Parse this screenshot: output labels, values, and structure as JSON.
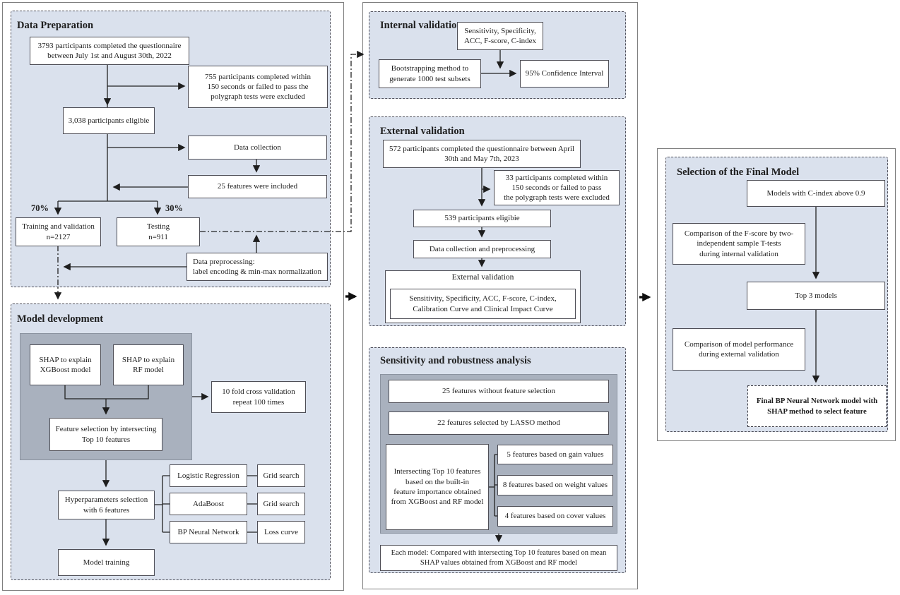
{
  "colors": {
    "panel_fill": "#dae1ed",
    "panel_border": "#50505a",
    "dark_panel_fill": "#a9b1be",
    "box_border": "#4e4e56",
    "arrow": "#222222"
  },
  "left": {
    "data_preparation": {
      "title": "Data Preparation",
      "participants": "3793 participants completed the questionnaire between July 1st and August 30th, 2022",
      "excluded": "755 participants completed within\n150 seconds or failed to pass the\npolygraph tests were excluded",
      "eligible": "3,038 participants eligibie",
      "data_collection": "Data collection",
      "features_included": "25 features were included",
      "split_70": "70%",
      "split_30": "30%",
      "training": "Training and validation\nn=2127",
      "testing": "Testing\nn=911",
      "preprocessing": "Data preprocessing:\nlabel encoding & min-max normalization"
    },
    "model_development": {
      "title": "Model development",
      "shap_xgboost": "SHAP  to explain\nXGBoost model",
      "shap_rf": "SHAP  to explain\nRF model",
      "feature_selection": "Feature selection by intersecting\nTop 10 features",
      "cross_validation": "10 fold cross validation\nrepeat 100 times",
      "hyperparameters": "Hyperparameters selection\nwith 6 features",
      "logistic_regression": "Logistic Regression",
      "grid_search_1": "Grid search",
      "adaboost": "AdaBoost",
      "grid_search_2": "Grid search",
      "bp_neural_network": "BP Neural Network",
      "loss_curve": "Loss curve",
      "model_training": "Model training"
    }
  },
  "middle": {
    "internal_validation": {
      "title": "Internal validation",
      "metrics": "Sensitivity, Specificity,\nACC, F-score, C-index",
      "bootstrapping": "Bootstrapping method to\ngenerate 1000 test subsets",
      "confidence_interval": "95% Confidence Interval"
    },
    "external_validation": {
      "title": "External validation",
      "participants": "572 participants completed the questionnaire between April 30th and May 7th, 2023",
      "excluded": "33 participants completed within\n150 seconds or failed to pass\nthe polygraph tests were excluded",
      "eligible": "539 participants eligibie",
      "data_collection": "Data collection and preprocessing",
      "validation_heading": "External validation",
      "validation_metrics": "Sensitivity, Specificity, ACC, F-score, C-index, Calibration Curve and Clinical Impact Curve"
    },
    "sensitivity_analysis": {
      "title": "Sensitivity and robustness analysis",
      "no_selection": "25 features without feature selection",
      "lasso": "22 features selected by LASSO method",
      "intersecting": "Intersecting Top 10 features\nbased on the built-in\nfeature importance obtained\nfrom XGBoost and RF model",
      "gain": "5 features based on gain values",
      "weight": "8 features based on weight values",
      "cover": "4 features based on cover values",
      "each_model": "Each model: Compared with intersecting Top 10 features based on mean SHAP values obtained from XGBoost and RF model"
    }
  },
  "right": {
    "final_model_selection": {
      "title": "Selection of the Final Model",
      "c_index": "Models with C-index above 0.9",
      "f_score_comparison": "Comparison of the F-score by two-\nindependent sample T-tests\nduring internal validation",
      "top_models": "Top 3 models",
      "performance_comparison": "Comparison of model performance\nduring external validation",
      "final_model": "Final BP  Neural Network model with\nSHAP method to select feature"
    }
  }
}
